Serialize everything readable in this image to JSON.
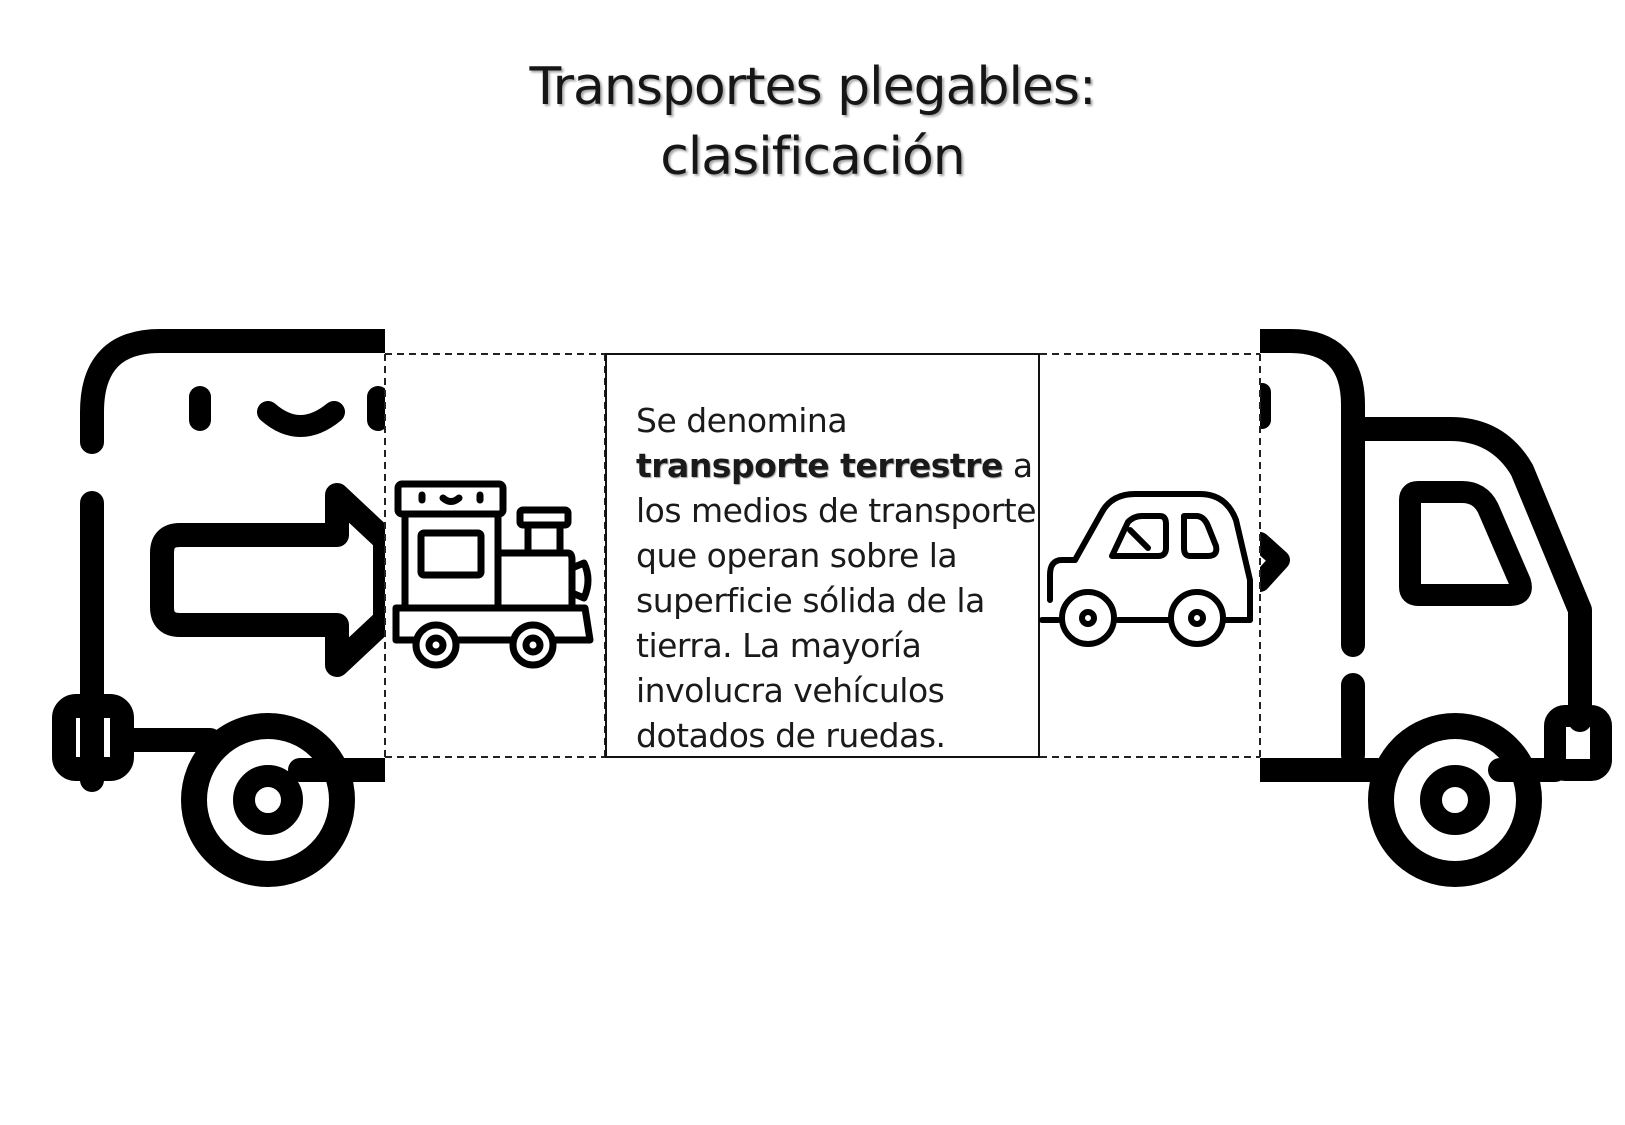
{
  "title": {
    "line1": "Transportes plegables:",
    "line2": "clasificación"
  },
  "description": {
    "pre": "Se denomina ",
    "bold": "transporte terrestre",
    "post": " a los medios de transporte que operan sobre la superficie sólida de la tierra. La mayoría involucra  vehículos dotados de ruedas."
  },
  "icons": {
    "truck_back": "truck-back-icon",
    "truck_front": "truck-cab-icon",
    "train": "toy-train-icon",
    "car": "car-icon",
    "arrow": "arrow-right-icon"
  }
}
